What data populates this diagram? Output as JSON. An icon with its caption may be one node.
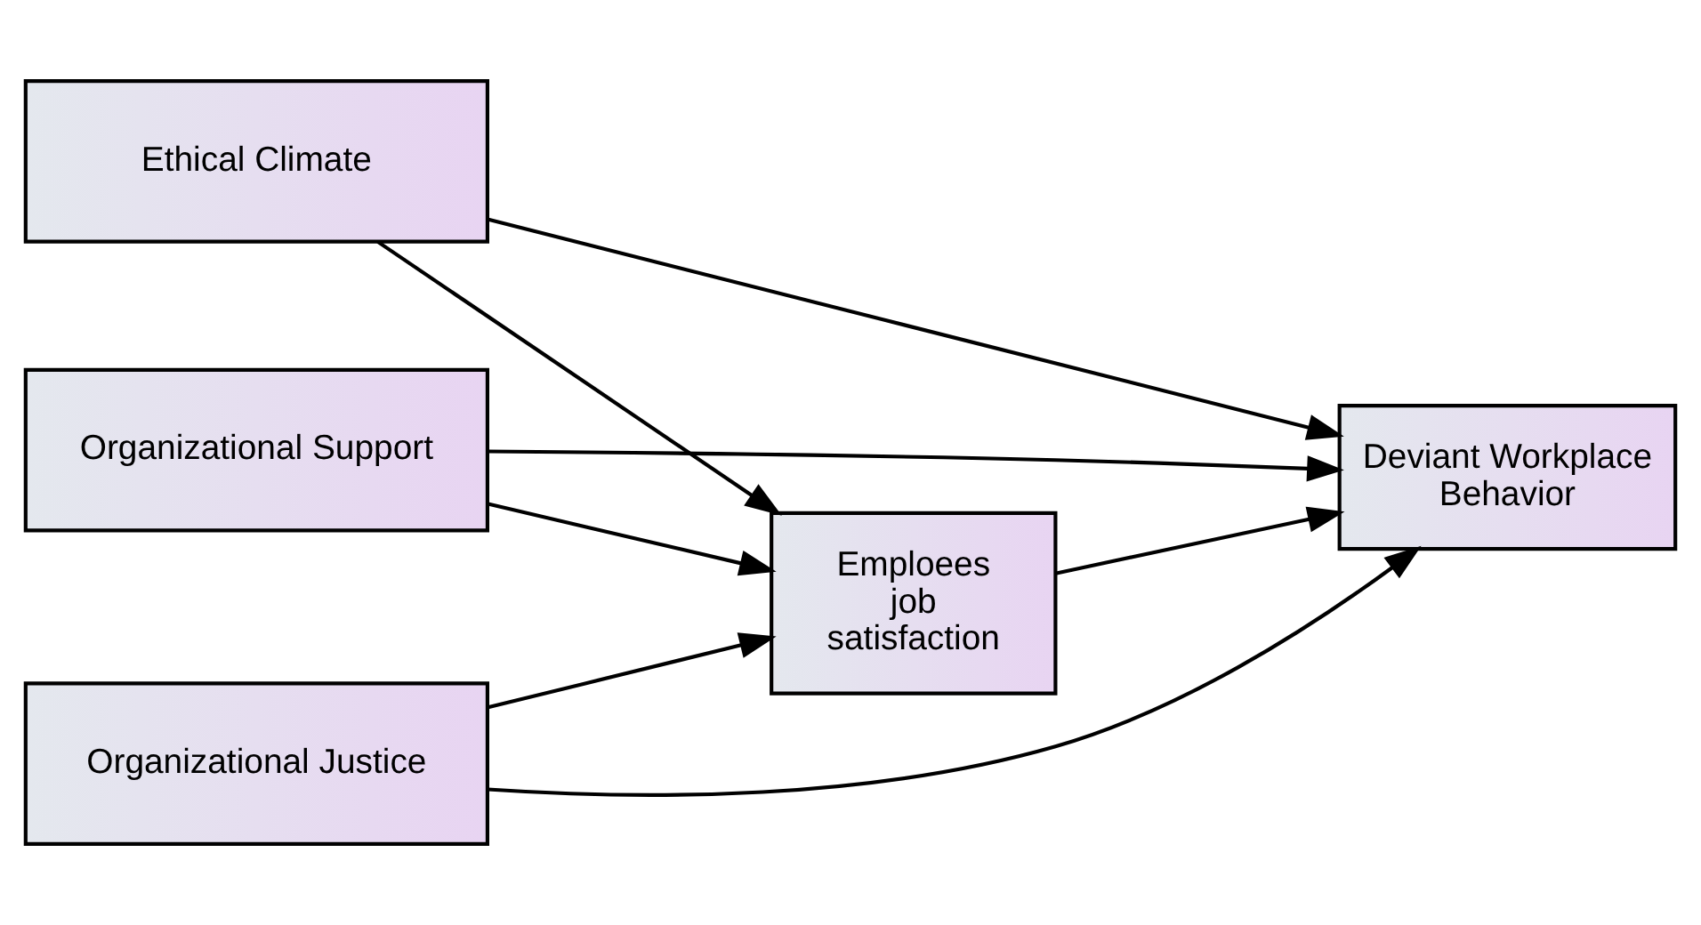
{
  "diagram": {
    "nodes": [
      {
        "text": [
          "Ethical Climate"
        ]
      },
      {
        "text": [
          "Organizational Support"
        ]
      },
      {
        "text": [
          "Organizational Justice"
        ]
      },
      {
        "text": [
          "Emploees job satisfaction"
        ]
      },
      {
        "text": [
          "Deviant Workplace Behavior"
        ]
      }
    ],
    "edges": [
      {
        "from": 0,
        "to": 3,
        "arrow": "to"
      },
      {
        "from": 1,
        "to": 3,
        "arrow": "to"
      },
      {
        "from": 2,
        "to": 3,
        "arrow": "to"
      },
      {
        "from": 0,
        "to": 4,
        "arrow": "to"
      },
      {
        "from": 1,
        "to": 4,
        "arrow": "to"
      },
      {
        "from": 2,
        "to": 4,
        "arrow": "to"
      },
      {
        "from": 3,
        "to": 4,
        "arrow": "to"
      }
    ]
  }
}
